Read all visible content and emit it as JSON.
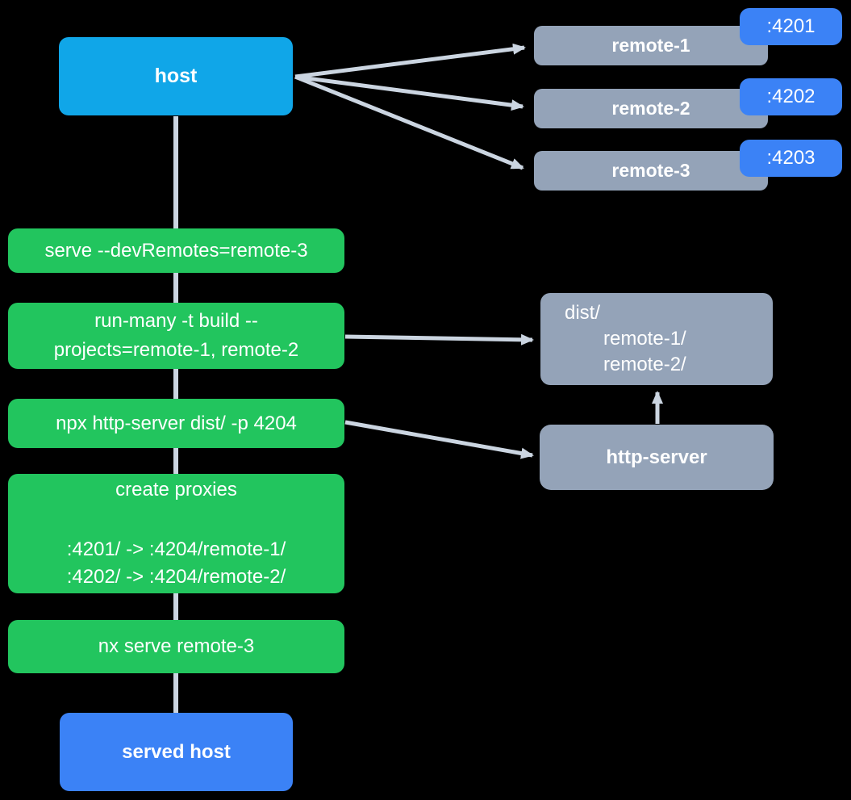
{
  "diagram": {
    "host": {
      "label": "host"
    },
    "remotes": [
      {
        "label": "remote-1",
        "port": ":4201"
      },
      {
        "label": "remote-2",
        "port": ":4202"
      },
      {
        "label": "remote-3",
        "port": ":4203"
      }
    ],
    "steps": [
      {
        "lines": [
          "serve --devRemotes=remote-3"
        ]
      },
      {
        "lines": [
          "run-many -t build --",
          "projects=remote-1, remote-2"
        ]
      },
      {
        "lines": [
          "npx http-server dist/ -p 4204"
        ]
      },
      {
        "lines": [
          "create proxies",
          ":4201/ -> :4204/remote-1/",
          ":4202/ -> :4204/remote-2/"
        ]
      },
      {
        "lines": [
          "nx serve remote-3"
        ]
      }
    ],
    "dist_box": {
      "lines": [
        "dist/",
        "remote-1/",
        "remote-2/"
      ]
    },
    "http_server": {
      "label": "http-server"
    },
    "served_host": {
      "label": "served host"
    },
    "colors": {
      "host_fill": "#10A6E8",
      "remote_fill": "#94A3B8",
      "port_fill": "#3B82F6",
      "step_fill": "#22C55E",
      "served_fill": "#3B82F6",
      "connector": "#CBD5E1",
      "text": "#FFFFFF"
    }
  }
}
